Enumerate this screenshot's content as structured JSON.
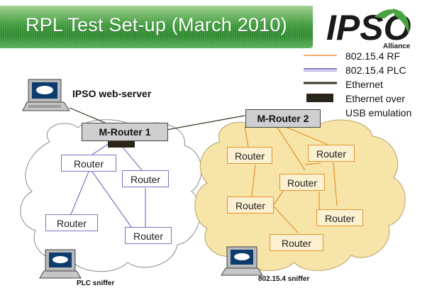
{
  "title": "RPL Test Set-up (March 2010)",
  "logo": {
    "text": "IPSO",
    "subtext": "Alliance"
  },
  "legend": [
    {
      "label": "802.15.4 RF",
      "color": "#f2a86b"
    },
    {
      "label": "802.15.4 PLC",
      "color": "#7a72c4"
    },
    {
      "label": "Ethernet",
      "color": "#3a3424"
    },
    {
      "label": "Ethernet over USB emulation",
      "color": "#2b2418"
    }
  ],
  "legend_texts": {
    "rf": "802.15.4 RF",
    "plc": "802.15.4 PLC",
    "eth": "Ethernet",
    "usb1": "Ethernet over",
    "usb2": "USB emulation"
  },
  "nodes": {
    "web_server": "IPSO web-server",
    "mrouter1": "M-Router 1",
    "mrouter2": "M-Router 2",
    "plc_sniffer": "PLC sniffer",
    "rf_sniffer": "802.15.4 sniffer"
  },
  "routers": {
    "plc": [
      "Router",
      "Router",
      "Router",
      "Router"
    ],
    "rf": [
      "Router",
      "Router",
      "Router",
      "Router",
      "Router",
      "Router"
    ]
  },
  "colors": {
    "plc_link": "#7a72c4",
    "rf_link": "#e7952e",
    "plc_cloud": "#ffffff",
    "rf_cloud": "#f6e4a9"
  }
}
